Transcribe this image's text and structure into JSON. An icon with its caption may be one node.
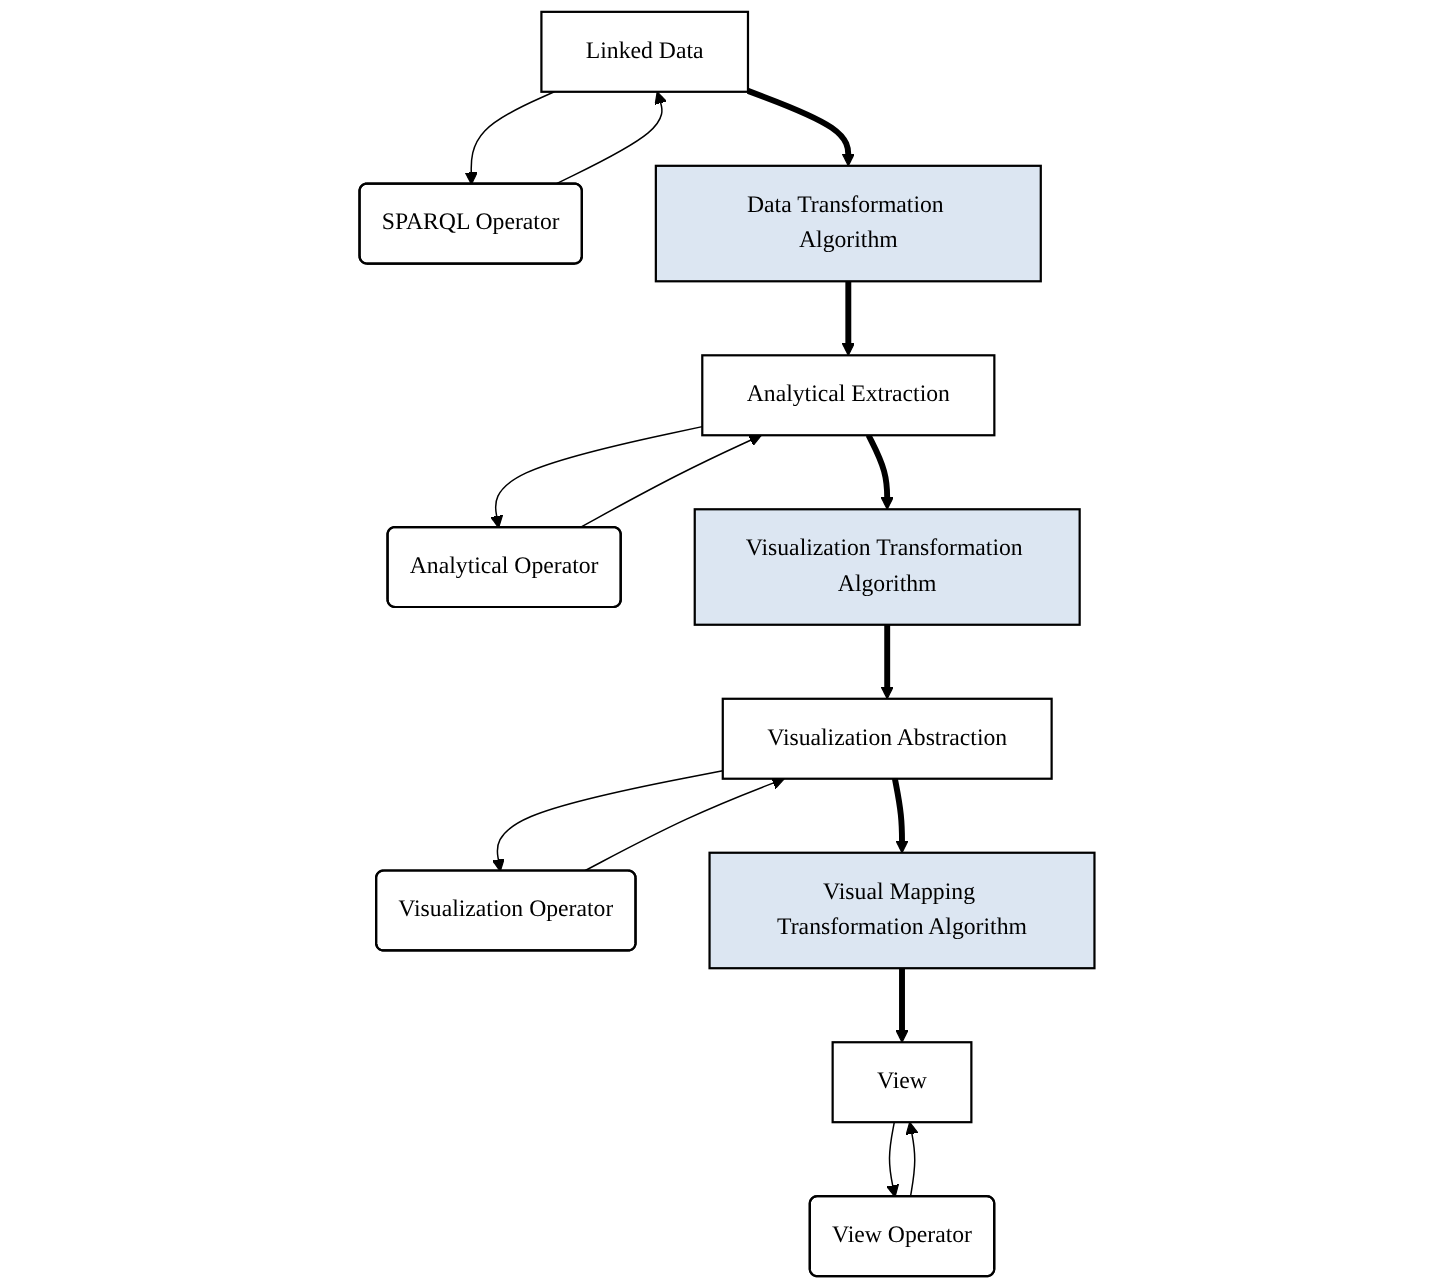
{
  "diagram": {
    "nodes": [
      {
        "text": [
          "Linked Data"
        ]
      },
      {
        "text": [
          "SPARQL Operator"
        ]
      },
      {
        "text": [
          "Data Transformation Algorithm"
        ]
      },
      {
        "text": [
          "Analytical Extraction"
        ]
      },
      {
        "text": [
          "Analytical Operator"
        ]
      },
      {
        "text": [
          "Visualization Transformation Algorithm"
        ]
      },
      {
        "text": [
          "Visualization Abstraction"
        ]
      },
      {
        "text": [
          "Visualization Operator"
        ]
      },
      {
        "text": [
          "Visual Mapping Transformation Algorithm"
        ]
      },
      {
        "text": [
          "View"
        ]
      },
      {
        "text": [
          "View Operator"
        ]
      }
    ],
    "edges": [
      {
        "from": 0,
        "to": 1,
        "arrow": "to"
      },
      {
        "from": 1,
        "to": 0,
        "arrow": "to"
      },
      {
        "from": 0,
        "to": 2,
        "arrow": "to",
        "style": "thick"
      },
      {
        "from": 2,
        "to": 3,
        "arrow": "to",
        "style": "thick"
      },
      {
        "from": 3,
        "to": 4,
        "arrow": "to"
      },
      {
        "from": 4,
        "to": 3,
        "arrow": "to"
      },
      {
        "from": 3,
        "to": 5,
        "arrow": "to",
        "style": "thick"
      },
      {
        "from": 5,
        "to": 6,
        "arrow": "to",
        "style": "thick"
      },
      {
        "from": 6,
        "to": 7,
        "arrow": "to"
      },
      {
        "from": 7,
        "to": 6,
        "arrow": "to"
      },
      {
        "from": 6,
        "to": 8,
        "arrow": "to",
        "style": "thick"
      },
      {
        "from": 8,
        "to": 9,
        "arrow": "to",
        "style": "thick"
      },
      {
        "from": 9,
        "to": 10,
        "arrow": "to"
      },
      {
        "from": 10,
        "to": 9,
        "arrow": "to"
      }
    ]
  }
}
